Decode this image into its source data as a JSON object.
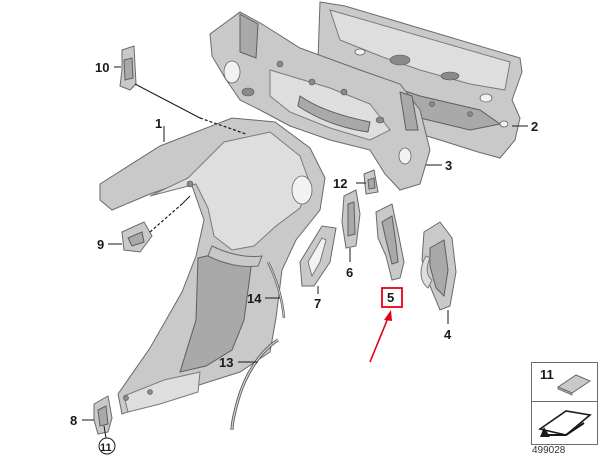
{
  "callouts": {
    "c1": "1",
    "c2": "2",
    "c3": "3",
    "c4": "4",
    "c5": "5",
    "c6": "6",
    "c7": "7",
    "c8": "8",
    "c9": "9",
    "c10": "10",
    "c11": "11",
    "c12": "12",
    "c13": "13",
    "c14": "14"
  },
  "highlight": {
    "box_color": "#e3001b",
    "arrow_color": "#e3001b"
  },
  "legend": {
    "item_number": "11"
  },
  "diagram_id": "499028"
}
